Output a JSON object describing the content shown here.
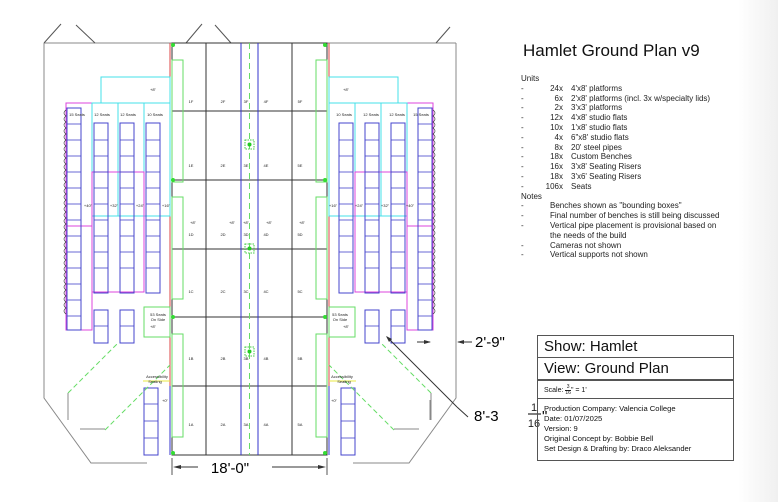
{
  "title": "Hamlet Ground Plan v9",
  "legend": {
    "units_heading": "Units",
    "units": [
      {
        "qty": "24x",
        "desc": "4'x8' platforms"
      },
      {
        "qty": "6x",
        "desc": "2'x8' platforms (incl. 3x w/specialty lids)"
      },
      {
        "qty": "2x",
        "desc": "3'x3' platforms"
      },
      {
        "qty": "12x",
        "desc": "4'x8' studio flats"
      },
      {
        "qty": "10x",
        "desc": "1'x8' studio flats"
      },
      {
        "qty": "4x",
        "desc": "6\"x8' studio flats"
      },
      {
        "qty": "8x",
        "desc": "20' steel pipes"
      },
      {
        "qty": "18x",
        "desc": "Custom Benches"
      },
      {
        "qty": "16x",
        "desc": "3'x8' Seating Risers"
      },
      {
        "qty": "18x",
        "desc": "3'x6' Seating Risers"
      },
      {
        "qty": "106x",
        "desc": "Seats"
      }
    ],
    "notes_heading": "Notes",
    "notes": [
      "Benches shown as \"bounding boxes\"",
      "Final number of benches is still being discussed",
      "Vertical pipe placement is provisional based on",
      "the needs of the build",
      "Cameras not shown",
      "Vertical supports not shown"
    ],
    "dash": "-"
  },
  "title_block": {
    "show": "Show: Hamlet",
    "view": "View: Ground Plan",
    "scale_prefix": "Scale: ",
    "scale_num": "3",
    "scale_den": "16",
    "scale_suffix": "\" = 1'",
    "production_company": "Production Company: Valencia College",
    "date": "Date: 01/07/2025",
    "version": "Version: 9",
    "original_concept": "Original Concept by: Bobbie Bell",
    "set_design": "Set Design & Drafting by: Draco Aleksander"
  },
  "dimensions": {
    "width": "18'-0\"",
    "side_offset": "2'-9\"",
    "diagonal_main": "8'-3",
    "diagonal_num": "1",
    "diagonal_den": "16",
    "diagonal_suffix": "\""
  },
  "stage": {
    "rows": [
      "F",
      "E",
      "D",
      "C",
      "B",
      "A"
    ],
    "cols": [
      "1",
      "2",
      "3",
      "4",
      "5"
    ],
    "row_heights": [
      "+8\"",
      "+8\"",
      "+8\"",
      "+8\"",
      "+8\"",
      "+8\""
    ],
    "d_heights": [
      "+8\"",
      "+8\"",
      "+8\"",
      "+8\"",
      "+8\""
    ]
  },
  "seating": {
    "left_sections": [
      "15 Seats",
      "12 Seats",
      "12 Seats",
      "10 Seats"
    ],
    "right_sections": [
      "10 Seats",
      "12 Seats",
      "12 Seats",
      "15 Seats"
    ],
    "left_heights": [
      "+40\"",
      "+32\"",
      "+24\"",
      "+16\""
    ],
    "right_heights": [
      "+16\"",
      "+24\"",
      "+32\"",
      "+40\""
    ],
    "top_platform": "+8\"",
    "side_note": "53 Seats On Side",
    "side_note_l1": "53 Seats",
    "side_note_l2": "On Side",
    "side_height": "+8\"",
    "access_l1": "Accessibility",
    "access_l2": "Seating",
    "access_height": "+0\""
  },
  "colors": {
    "outline": "#888888",
    "platform": "#333333",
    "pipe": "#3333cc",
    "riser_cyan": "#44e0e8",
    "riser_magenta": "#dd44dd",
    "bench": "#4444cc",
    "flat": "#66dd66",
    "edge_red": "#dd4444",
    "access_yellow": "#e8e840"
  }
}
